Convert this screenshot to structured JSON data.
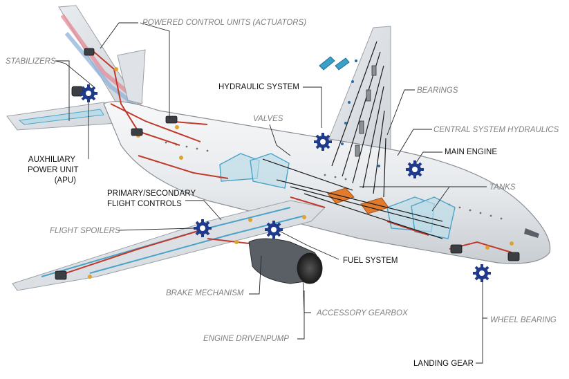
{
  "labels": {
    "powered_control_units": "POWERED CONTROL UNITS (ACTUATORS)",
    "stabilizers": "STABILIZERS",
    "hydraulic_system": "HYDRAULIC SYSTEM",
    "bearings": "BEARINGS",
    "valves": "VALVES",
    "central_system_hydraulics": "CENTRAL SYSTEM HYDRAULICS",
    "main_engine": "MAIN ENGINE",
    "apu_line1": "AUXHILIARY",
    "apu_line2": "POWER UNIT",
    "apu_line3": "(APU)",
    "tanks": "TANKS",
    "flight_controls_line1": "PRIMARY/SECONDARY",
    "flight_controls_line2": "FLIGHT CONTROLS",
    "flight_spoilers": "FLIGHT SPOILERS",
    "fuel_system": "FUEL SYSTEM",
    "brake_mechanism": "BRAKE MECHANISM",
    "accessory_gearbox": "ACCESSORY GEARBOX",
    "wheel_bearing": "WHEEL BEARING",
    "engine_drivenpump": "ENGINE DRIVENPUMP",
    "landing_gear": "LANDING GEAR"
  },
  "colors": {
    "fuselage": "#e9ecef",
    "outline": "#8a9096",
    "hydraulic_line": "#c0392b",
    "tank_outline": "#4aa3c7",
    "tank_fill": "#bcdbe8",
    "tank_orange": "#e07b2e",
    "gear_icon": "#1f3a8a",
    "tail_stripe_red": "#e58a96",
    "tail_stripe_blue": "#8fb3d9",
    "leader_line": "#222222"
  },
  "icons": [
    "gear-icon",
    "solar-panel-icon"
  ]
}
